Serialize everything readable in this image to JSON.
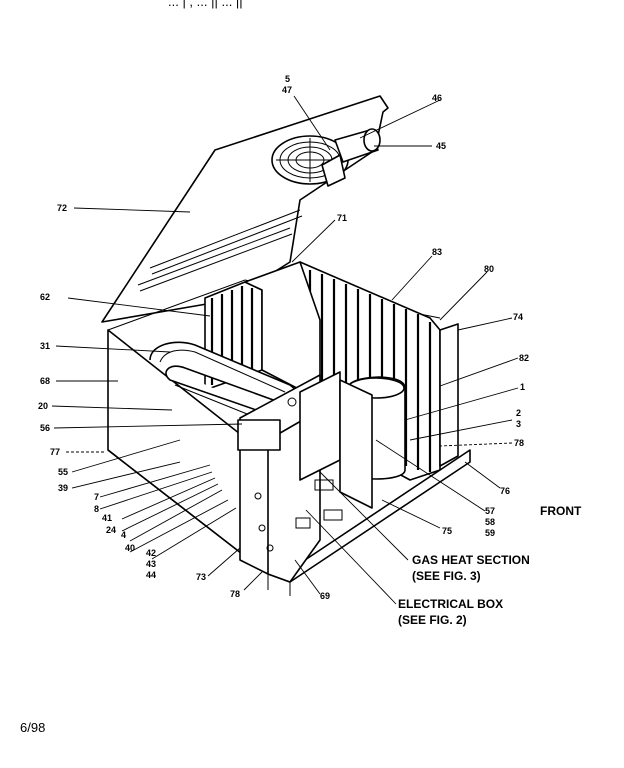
{
  "header_fragment": "...   |    ,   ... ||      ...  ||",
  "callouts": [
    {
      "id": "c5",
      "text": "5"
    },
    {
      "id": "c47",
      "text": "47"
    },
    {
      "id": "c46",
      "text": "46"
    },
    {
      "id": "c45",
      "text": "45"
    },
    {
      "id": "c72",
      "text": "72"
    },
    {
      "id": "c71",
      "text": "71"
    },
    {
      "id": "c83",
      "text": "83"
    },
    {
      "id": "c80",
      "text": "80"
    },
    {
      "id": "c74",
      "text": "74"
    },
    {
      "id": "c62",
      "text": "62"
    },
    {
      "id": "c82",
      "text": "82"
    },
    {
      "id": "c31",
      "text": "31"
    },
    {
      "id": "c1",
      "text": "1"
    },
    {
      "id": "c68",
      "text": "68"
    },
    {
      "id": "c20",
      "text": "20"
    },
    {
      "id": "c2",
      "text": "2"
    },
    {
      "id": "c3",
      "text": "3"
    },
    {
      "id": "c56",
      "text": "56"
    },
    {
      "id": "c78a",
      "text": "78"
    },
    {
      "id": "c77",
      "text": "77"
    },
    {
      "id": "c76",
      "text": "76"
    },
    {
      "id": "c55",
      "text": "55"
    },
    {
      "id": "c39",
      "text": "39"
    },
    {
      "id": "c7",
      "text": "7"
    },
    {
      "id": "c8",
      "text": "8"
    },
    {
      "id": "c41",
      "text": "41"
    },
    {
      "id": "c24",
      "text": "24"
    },
    {
      "id": "c4",
      "text": "4"
    },
    {
      "id": "c40",
      "text": "40"
    },
    {
      "id": "c42",
      "text": "42"
    },
    {
      "id": "c43",
      "text": "43"
    },
    {
      "id": "c44",
      "text": "44"
    },
    {
      "id": "c57",
      "text": "57"
    },
    {
      "id": "c58",
      "text": "58"
    },
    {
      "id": "c59",
      "text": "59"
    },
    {
      "id": "c75",
      "text": "75"
    },
    {
      "id": "c73",
      "text": "73"
    },
    {
      "id": "c69",
      "text": "69"
    },
    {
      "id": "c78b",
      "text": "78"
    }
  ],
  "labels": {
    "front": "FRONT",
    "gas_heat_1": "GAS HEAT SECTION",
    "gas_heat_2": "(SEE FIG. 3)",
    "electrical_1": "ELECTRICAL BOX",
    "electrical_2": "(SEE FIG. 2)",
    "date": "6/98"
  }
}
